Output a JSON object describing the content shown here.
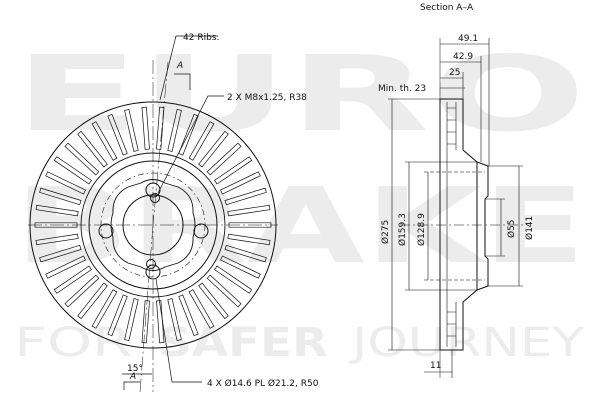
{
  "watermark": {
    "line1": "EURO",
    "line2": "BRAKE",
    "tagline_a": "FOR",
    "tagline_b": "SAFER",
    "tagline_c": "JOURNEY"
  },
  "front_view": {
    "ribs_label": "42 Ribs.",
    "rib_count": 42,
    "thread_label": "2 X M8x1.25, R38",
    "bolt_label": "4 X Ø14.6 PL Ø21.2, R50",
    "angle_label": "15°",
    "section_marker_top": "A",
    "section_marker_bottom": "A"
  },
  "section_view": {
    "title": "Section A–A",
    "min_thickness": "Min. th. 23",
    "dim_overall_height": "49.1",
    "dim_hat_depth": "42.9",
    "dim_thickness": "25",
    "dim_outer_dia": "Ø275",
    "dim_hat_dia": "Ø159.3",
    "dim_pcd": "Ø128.9",
    "dim_centre_bore": "Ø55",
    "dim_hub_dia": "Ø141",
    "dim_bottom": "11"
  }
}
